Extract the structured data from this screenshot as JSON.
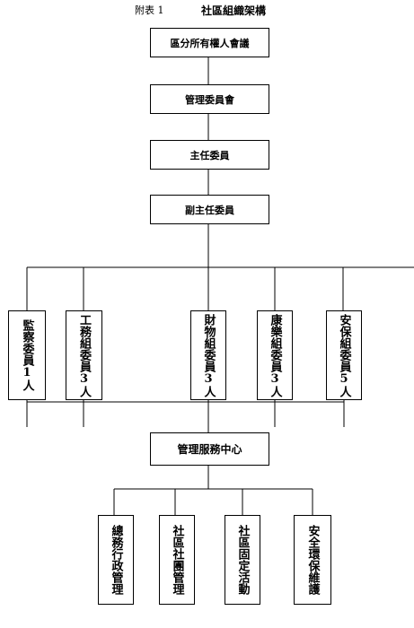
{
  "header": {
    "appendix": "附表 1",
    "title": "社區組織架構"
  },
  "chain": [
    "區分所有權人會議",
    "管理委員會",
    "主任委員",
    "副主任委員"
  ],
  "committees": [
    "監察委員1人",
    "工務組委員3人",
    "財物組委員3人",
    "康樂組委員3人",
    "安保組委員5人"
  ],
  "service_center": "管理服務中心",
  "departments": [
    "總務行政管理",
    "社區社團管理",
    "社區固定活動",
    "安全環保維護"
  ]
}
